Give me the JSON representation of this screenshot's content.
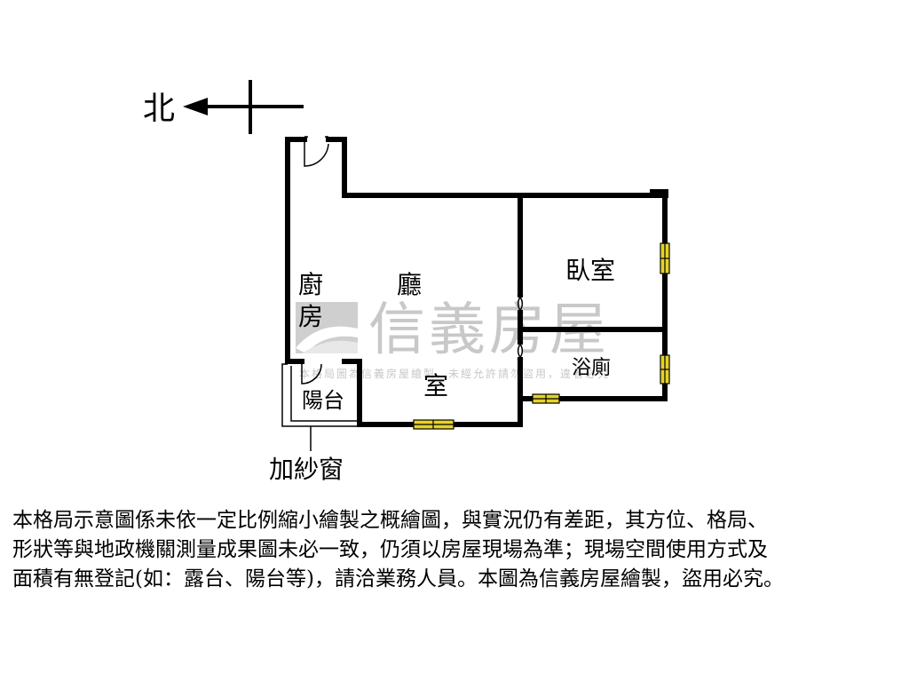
{
  "compass": {
    "label": "北"
  },
  "rooms": {
    "kitchen": "廚房",
    "hall": "廳",
    "hall_room": "室",
    "bedroom": "臥室",
    "bathroom": "浴廁",
    "balcony": "陽台"
  },
  "annotation": {
    "screen_window": "加紗窗"
  },
  "watermark": {
    "brand": "信義房屋",
    "notice": "本格局圖為信義房屋繪製，未經允許請勿盜用，違者必究"
  },
  "disclaimer": {
    "lines": [
      "本格局示意圖係未依一定比例縮小繪製之概繪圖，與實況仍有差距，其方位、格局、",
      "形狀等與地政機關測量成果圖未必一致，仍須以房屋現場為準；現場空間使用方式及",
      "面積有無登記(如：露台、陽台等)，請洽業務人員。本圖為信義房屋繪製，盜用必究。"
    ]
  },
  "colors": {
    "wall": "#000000",
    "window": "#e6d22a",
    "watermark": "#c8c8c8"
  },
  "icons": [
    "north-arrow-icon",
    "door-swing-icon",
    "window-icon",
    "watermark-logo-icon"
  ]
}
